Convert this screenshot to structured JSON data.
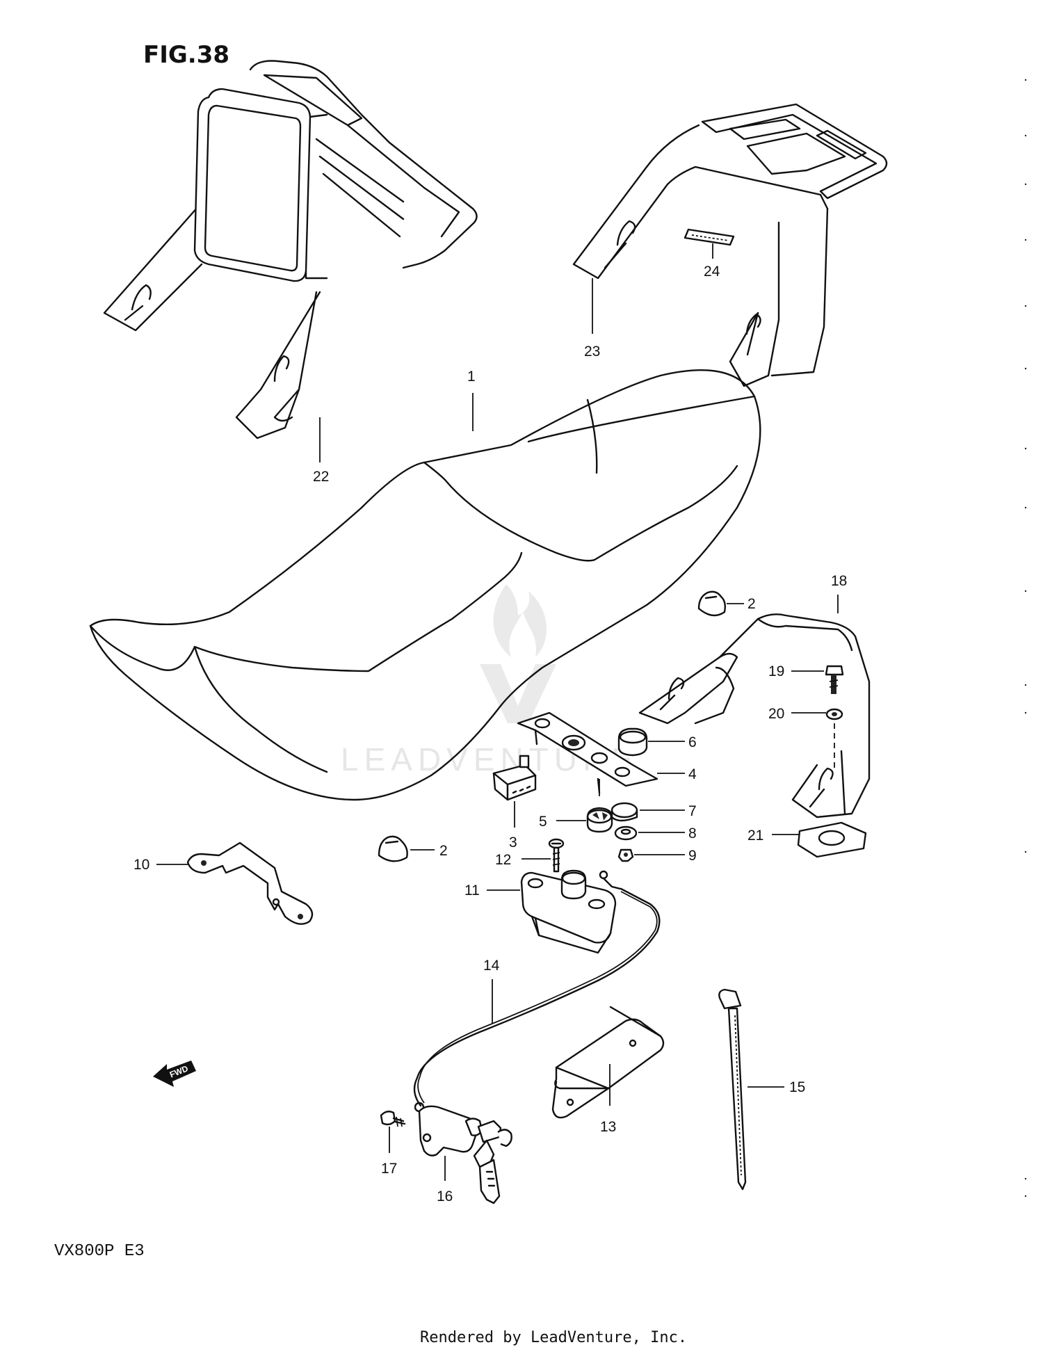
{
  "figure_label": "FIG.38",
  "model_code": "VX800P  E3",
  "footer_credit": "Rendered by LeadVenture, Inc.",
  "watermark_text": "LEADVENTURE",
  "fwd_arrow_label": "FWD",
  "callouts": {
    "p1": "1",
    "p2a": "2",
    "p2b": "2",
    "p3": "3",
    "p4": "4",
    "p5": "5",
    "p6": "6",
    "p7": "7",
    "p8": "8",
    "p9": "9",
    "p10": "10",
    "p11": "11",
    "p12": "12",
    "p13": "13",
    "p14": "14",
    "p15": "15",
    "p16": "16",
    "p17": "17",
    "p18": "18",
    "p19": "19",
    "p20": "20",
    "p21": "21",
    "p22": "22",
    "p23": "23",
    "p24": "24"
  },
  "colors": {
    "line": "#111111",
    "background": "#ffffff",
    "watermark": "#e6e6e6"
  }
}
